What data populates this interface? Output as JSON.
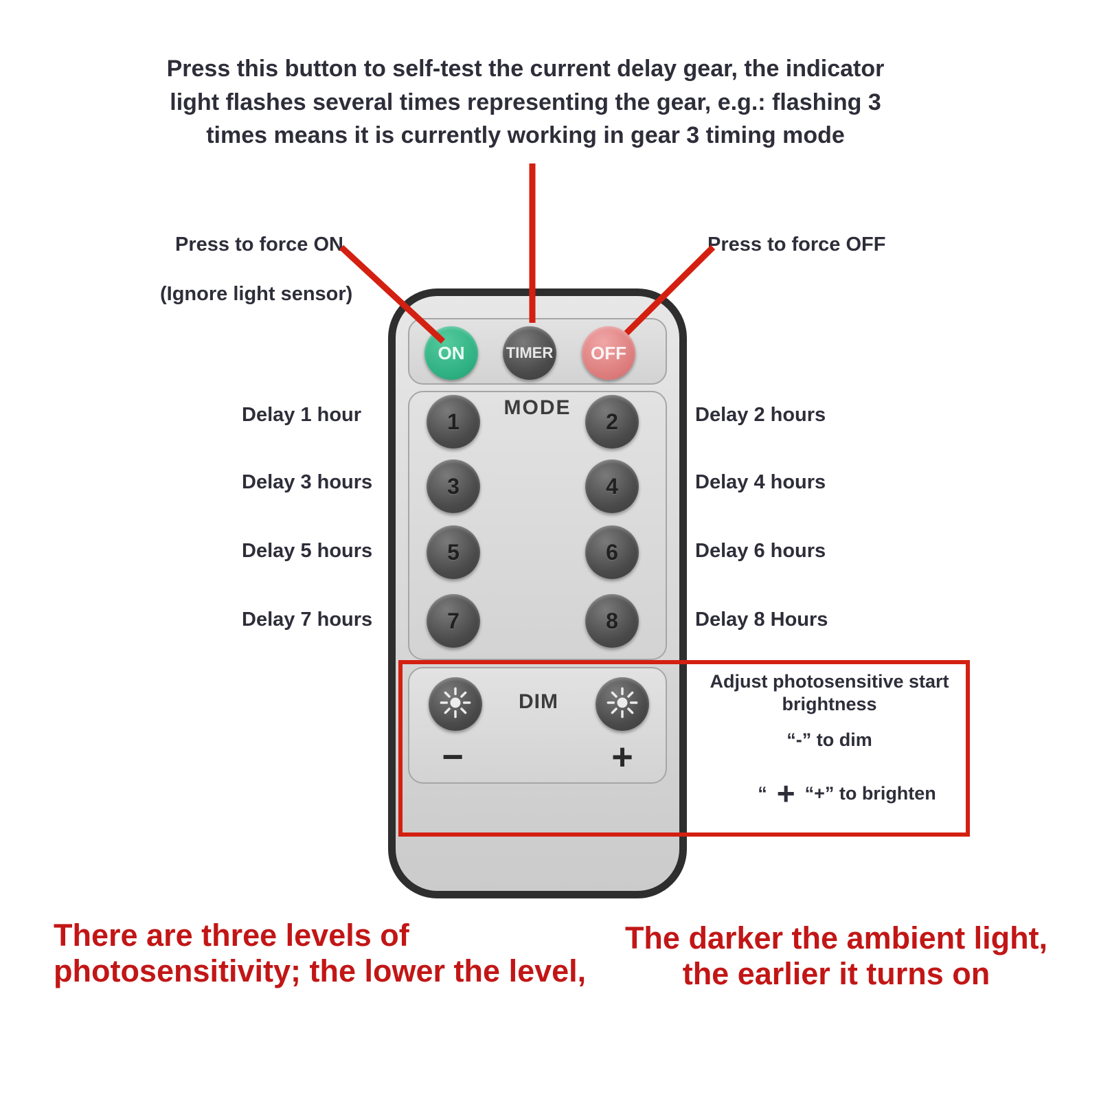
{
  "colors": {
    "red_accent": "#d32011",
    "dark_text": "#2e2e3a",
    "red_text": "#c21616",
    "remote_border": "#2e2e2e",
    "remote_body_light": "#e7e7e7",
    "remote_body_dark": "#cbcbcb",
    "button_dark": "#4a4a4a",
    "on_green": "#2fb183",
    "off_pink": "#dd7d7d"
  },
  "top_note": {
    "lines": [
      "Press this button to self-test the current delay gear, the indicator",
      "light flashes several times representing the gear, e.g.: flashing 3",
      "times means it is currently working in gear 3 timing mode"
    ]
  },
  "callouts": {
    "force_on": "Press to force ON",
    "ignore_sensor": "(Ignore light sensor)",
    "force_off": "Press to force OFF"
  },
  "delays": {
    "left": [
      "Delay 1 hour",
      "Delay 3 hours",
      "Delay 5 hours",
      "Delay 7 hours"
    ],
    "right": [
      "Delay 2 hours",
      "Delay 4 hours",
      "Delay 6 hours",
      "Delay 8 Hours"
    ]
  },
  "remote": {
    "on": "ON",
    "timer": "TIMER",
    "off": "OFF",
    "mode": "MODE",
    "dim": "DIM",
    "mode_buttons": [
      "1",
      "2",
      "3",
      "4",
      "5",
      "6",
      "7",
      "8"
    ],
    "minus": "−",
    "plus": "+"
  },
  "photosensitive_box": {
    "title_lines": [
      "Adjust photosensitive start",
      "brightness"
    ],
    "dim_note": "“-” to dim",
    "brighten_quote": "“",
    "brighten_plus": "+",
    "brighten_note": "“+” to brighten"
  },
  "bottom_notes": {
    "left_lines": [
      "There are three levels of",
      "photosensitivity; the lower the level,"
    ],
    "right_lines": [
      "The darker the ambient light,",
      "the earlier it turns on"
    ]
  }
}
